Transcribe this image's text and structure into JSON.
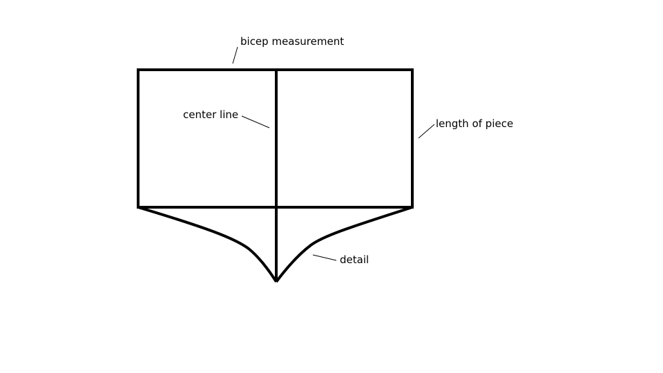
{
  "labels": {
    "bicep_measurement": "bicep measurement",
    "center_line": "center line",
    "length_of_piece": "length of piece",
    "detail": "detail"
  },
  "colors": {
    "stroke": "#000000",
    "background": "#ffffff"
  }
}
